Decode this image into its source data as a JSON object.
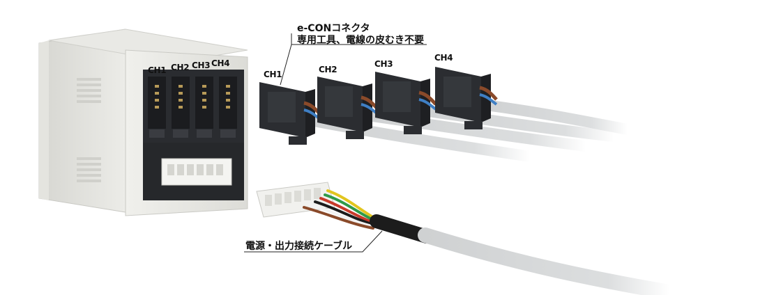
{
  "channel_labels": {
    "ch1": "CH1",
    "ch2": "CH2",
    "ch3": "CH3",
    "ch4": "CH4"
  },
  "callouts": {
    "connector_title": "e-CONコネクタ",
    "connector_note": "専用工具、電線の皮むき不要",
    "cable_label": "電源・出力接続ケーブル"
  },
  "colors": {
    "housing": "#e7e7e3",
    "connector_body": "#2b2d31",
    "cable_sheath": "#cfd1d2",
    "wire_brown": "#8a4a2a",
    "wire_blue": "#3f7fc4",
    "wire_green": "#2f9a4a",
    "wire_yellow": "#e2c51f",
    "wire_red": "#c83a2a",
    "wire_black": "#1c1c1c",
    "wire_white": "#f2f2f2"
  }
}
